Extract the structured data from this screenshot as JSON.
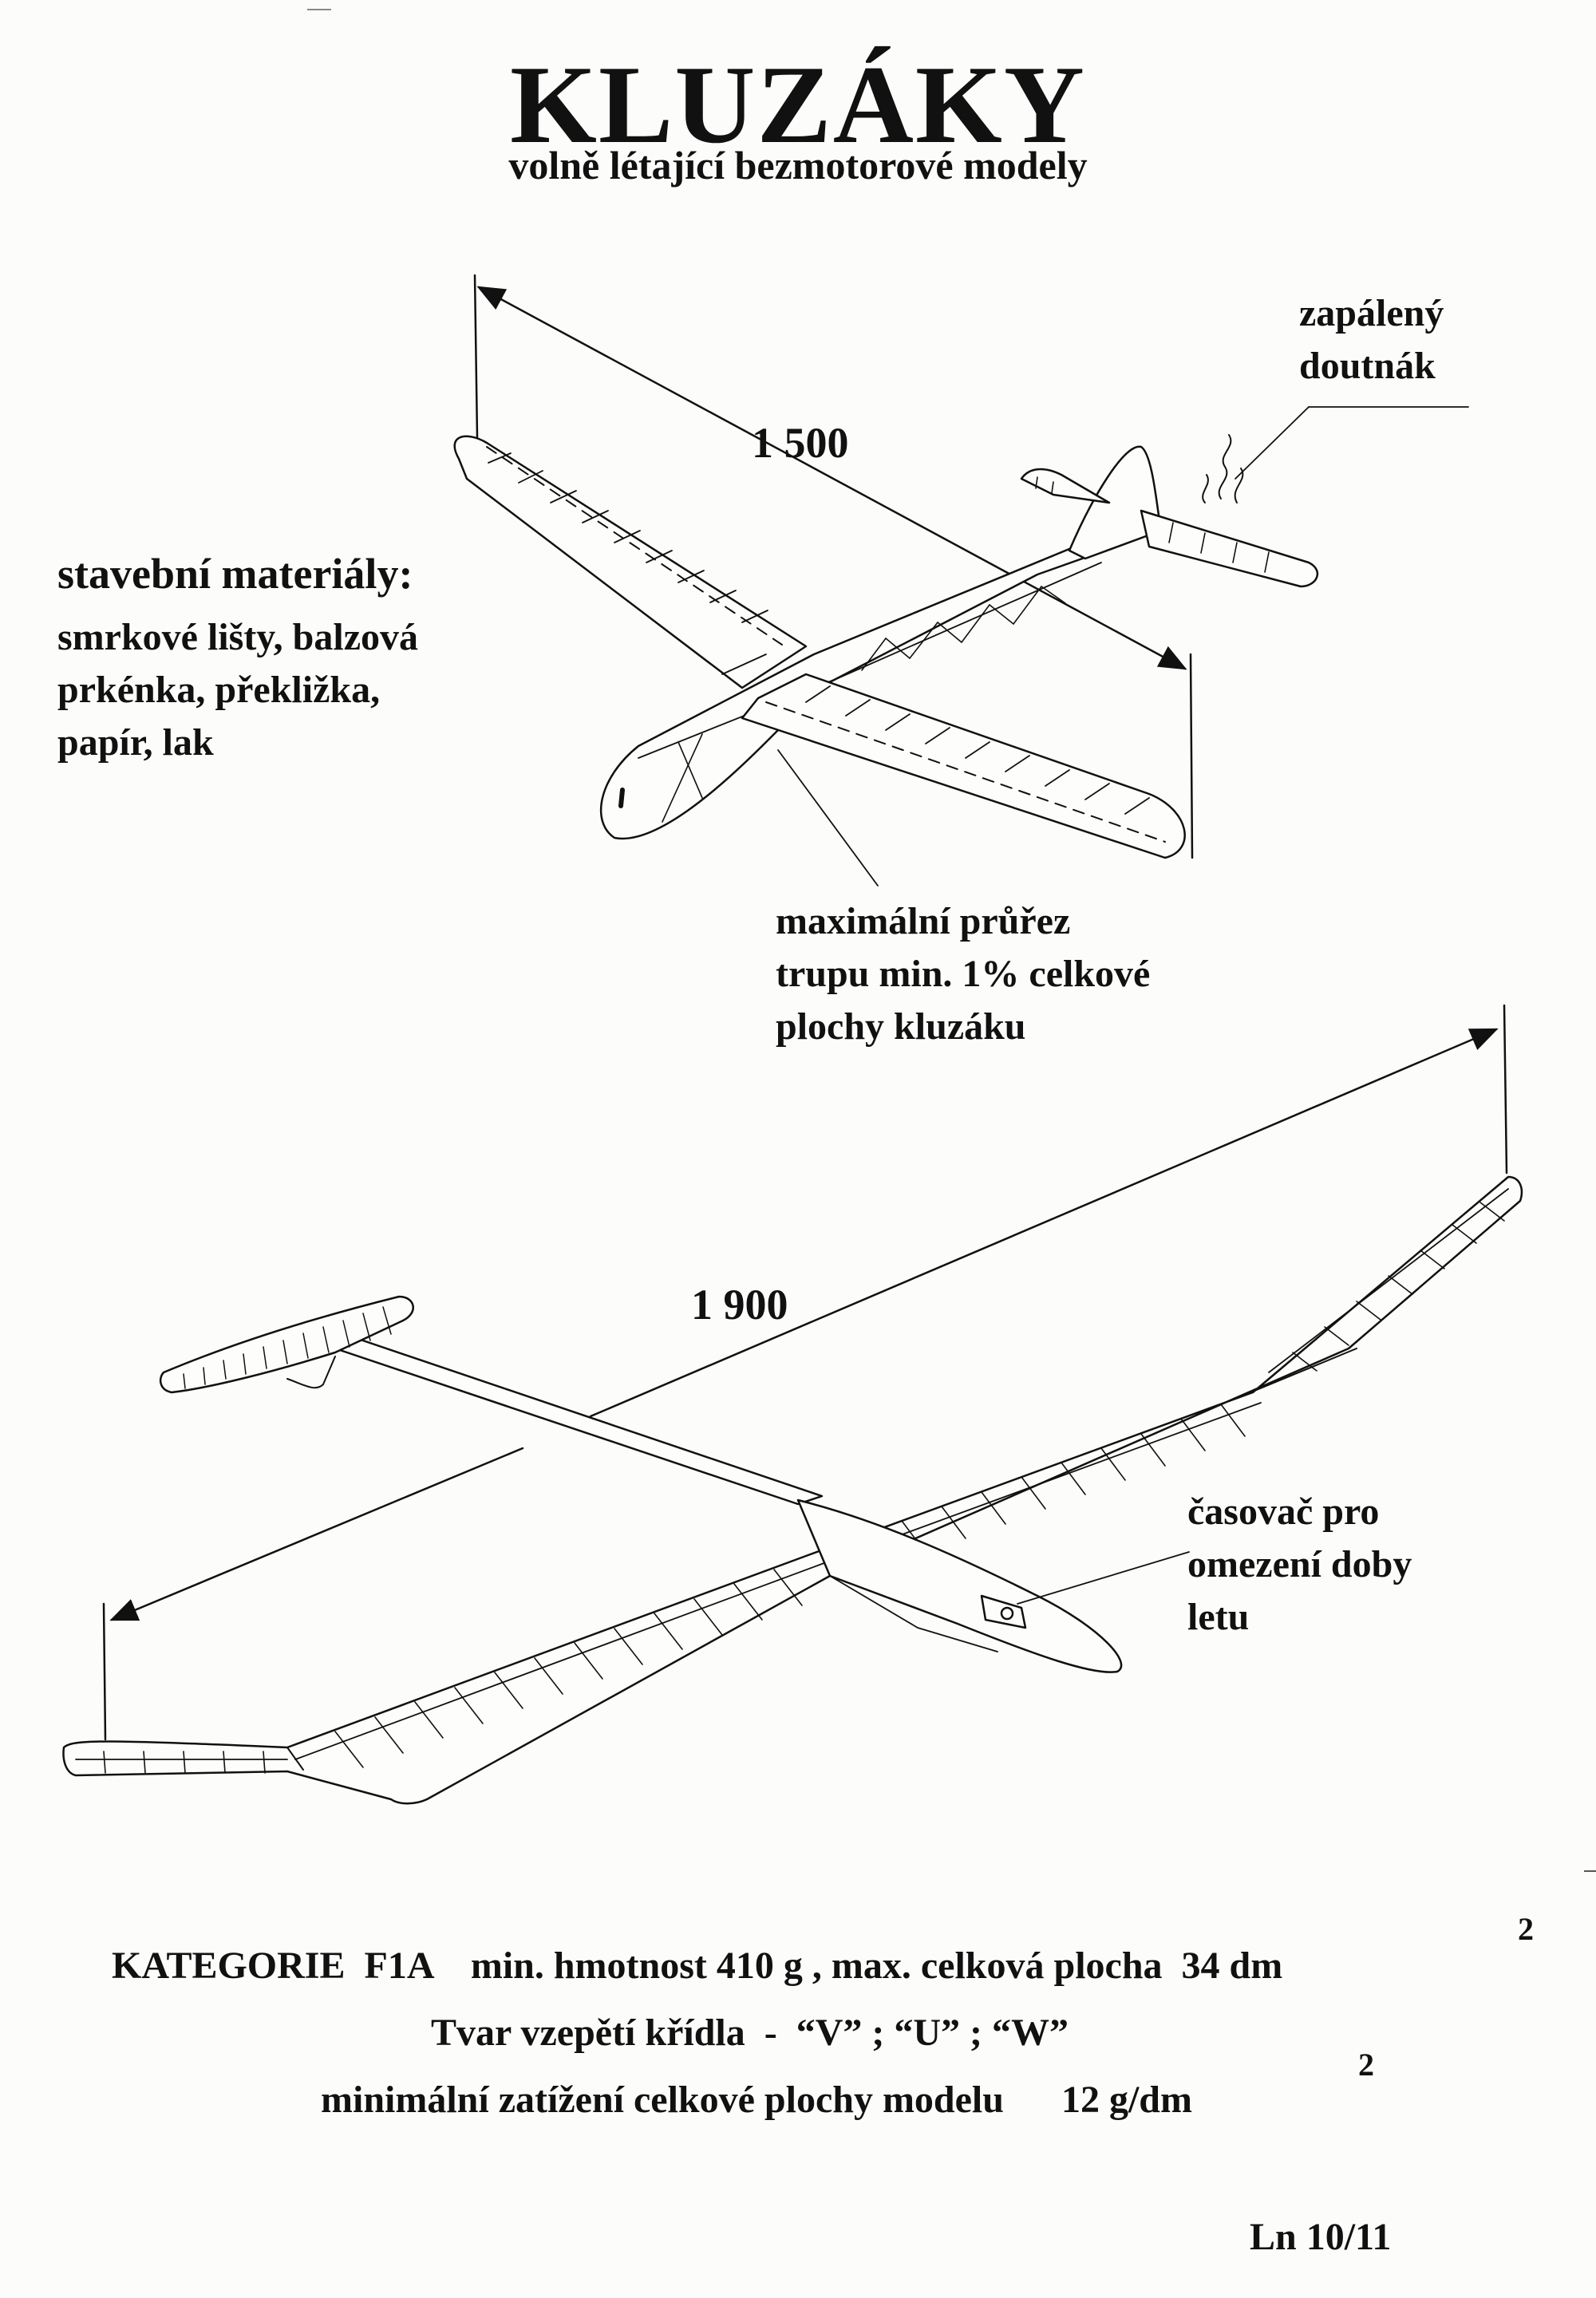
{
  "title": "KLUZÁKY",
  "subtitle": "volně létající bezmotorové modely",
  "annotations": {
    "fuse_label": [
      "zapálený",
      "doutnák"
    ],
    "materials_heading": "stavební materiály:",
    "materials_lines": [
      "smrkové lišty, balzová",
      "prkénka, překližka,",
      "papír, lak"
    ],
    "cross_section_lines": [
      "maximální průřez",
      "trupu min. 1% celkové",
      "plochy kluzáku"
    ],
    "timer_lines": [
      "časovač pro",
      "omezení doby",
      "letu"
    ]
  },
  "dimensions": {
    "span_small": "1 500",
    "span_large": "1 900"
  },
  "specs": {
    "line1": "KATEGORIE  F1A    min. hmotnost 410 g , max. celková plocha  34 dm",
    "line1_sup": "2",
    "line2": "Tvar vzepětí křídla  -  “V” ; “U” ; “W”",
    "line3": "minimální zatížení celkové plochy modelu      12 g/dm",
    "line3_sup": "2"
  },
  "footer": {
    "ref": "Ln 10/11"
  },
  "colors": {
    "ink": "#111111",
    "paper": "#fcfcfa"
  }
}
